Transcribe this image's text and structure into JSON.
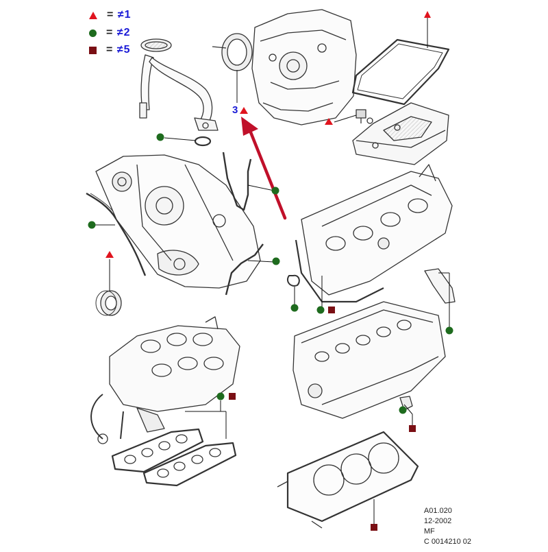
{
  "legend": {
    "items": [
      {
        "symbol": "triangle",
        "equals": "=",
        "text": "≠1"
      },
      {
        "symbol": "circle",
        "equals": "=",
        "text": "≠2"
      },
      {
        "symbol": "square",
        "equals": "=",
        "text": "≠5"
      }
    ]
  },
  "callout": {
    "number": "3"
  },
  "footer": {
    "code": "A01.020",
    "date": "12-2002",
    "initials": "MF",
    "reference": "C 0014210 02"
  },
  "colors": {
    "triangle": "#e0141e",
    "circle": "#1e6b1e",
    "square": "#7a0f14",
    "arrow": "#c0102a",
    "callout_text": "#1a1ad6"
  }
}
